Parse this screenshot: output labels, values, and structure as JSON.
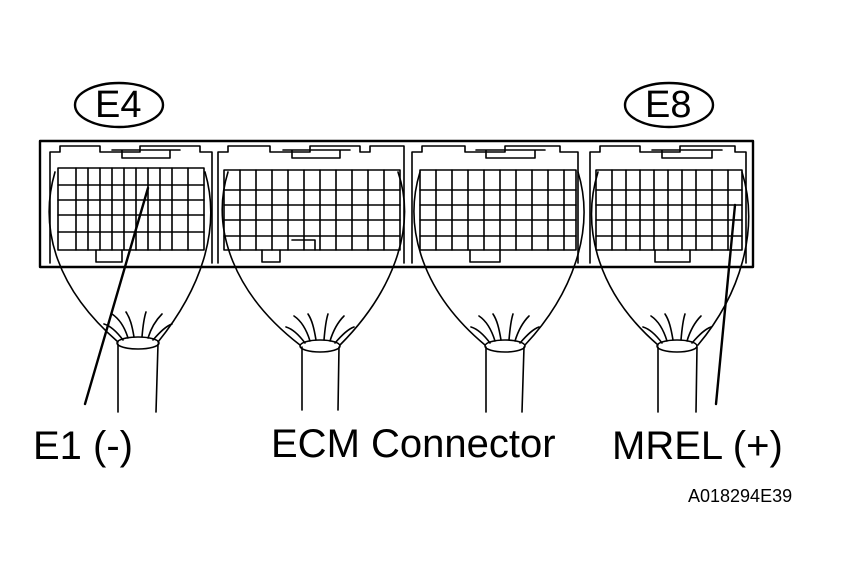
{
  "connectors": {
    "left_code": "E4",
    "right_code": "E8"
  },
  "labels": {
    "e1": "E1 (-)",
    "ecm_connector": "ECM Connector",
    "mrel": "MREL (+)"
  },
  "figure_id": "A018294E39",
  "colors": {
    "ink": "#000000",
    "paper": "#ffffff"
  }
}
